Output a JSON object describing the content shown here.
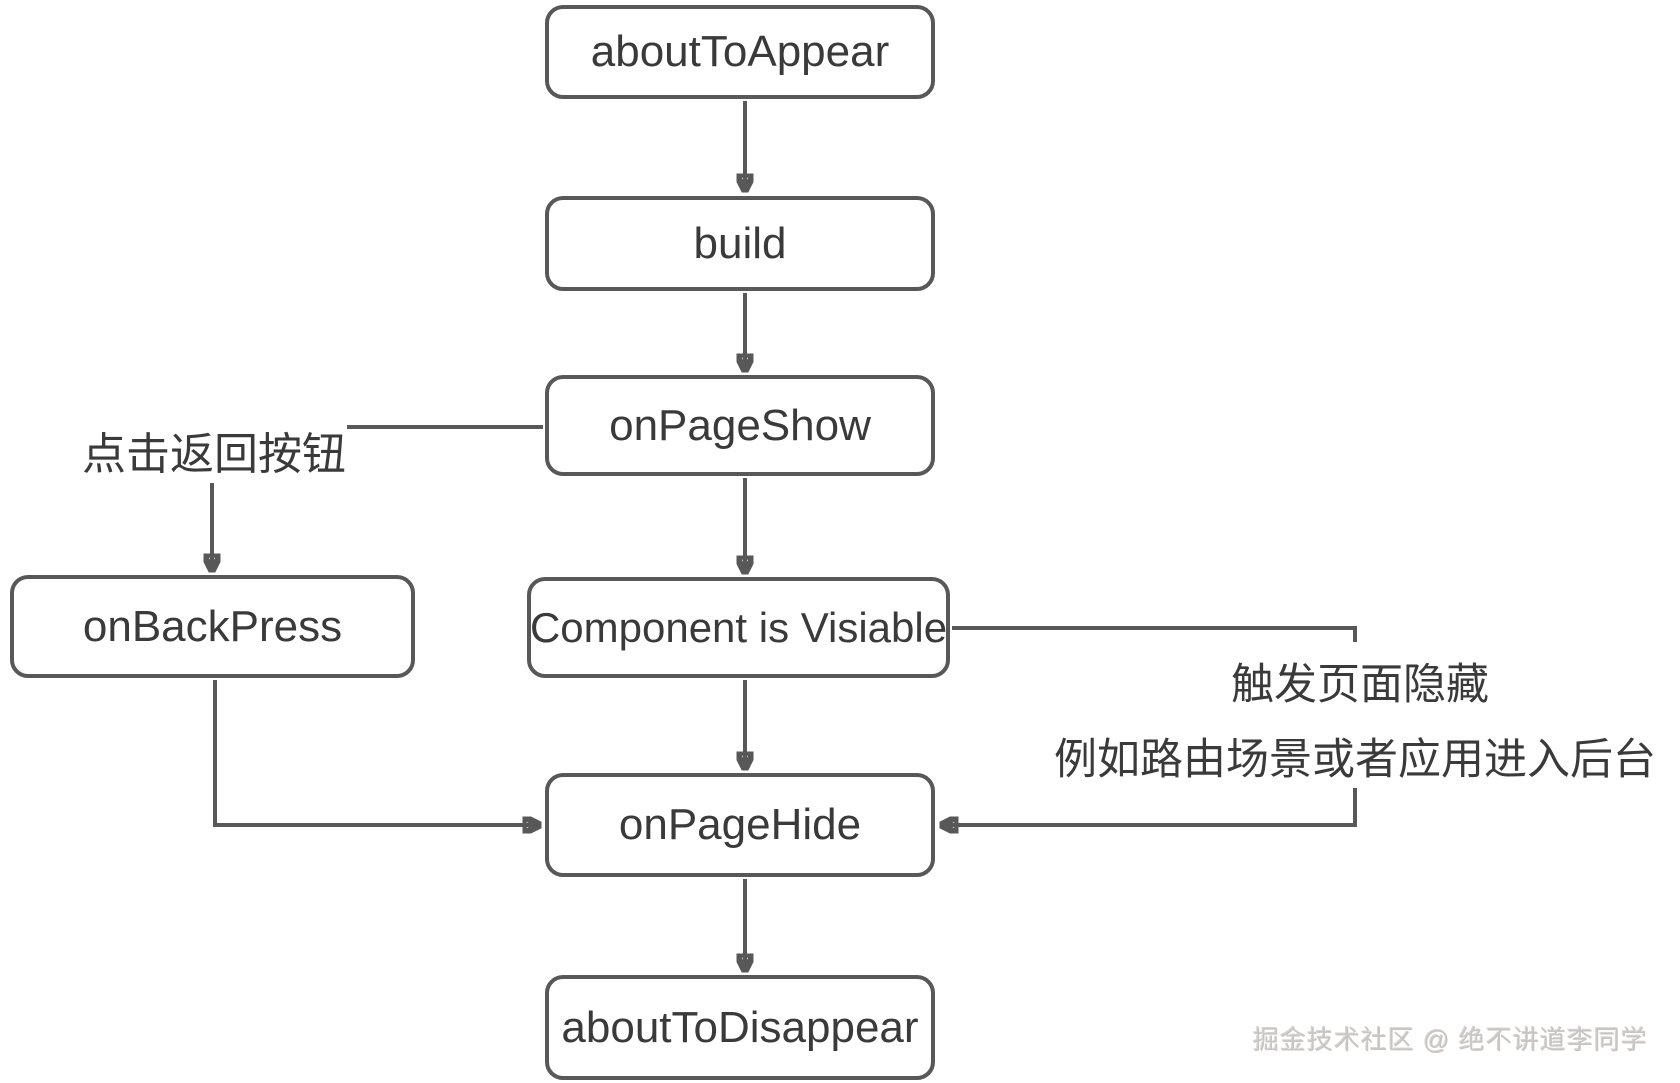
{
  "nodes": {
    "about_to_appear": "aboutToAppear",
    "build": "build",
    "on_page_show": "onPageShow",
    "component_visible": "Component is Visiable",
    "on_page_hide": "onPageHide",
    "about_to_disappear": "aboutToDisappear",
    "on_back_press": "onBackPress"
  },
  "annotations": {
    "back_label": "点击返回按钮",
    "hide_trigger_line1": "触发页面隐藏",
    "hide_trigger_line2": "例如路由场景或者应用进入后台"
  },
  "watermark": "掘金技术社区 @ 绝不讲道李同学",
  "edges": [
    {
      "from": "aboutToAppear",
      "to": "build",
      "arrow": true
    },
    {
      "from": "build",
      "to": "onPageShow",
      "arrow": true
    },
    {
      "from": "onPageShow",
      "to": "Component is Visiable",
      "arrow": true
    },
    {
      "from": "Component is Visiable",
      "to": "onPageHide",
      "arrow": true
    },
    {
      "from": "onPageHide",
      "to": "aboutToDisappear",
      "arrow": true
    },
    {
      "from": "点击返回按钮",
      "to": "onPageShow",
      "arrow": false
    },
    {
      "from": "点击返回按钮",
      "to": "onBackPress",
      "arrow": true
    },
    {
      "from": "onBackPress",
      "to": "onPageHide",
      "arrow": true
    },
    {
      "from": "Component is Visiable",
      "to": "onPageHide",
      "arrow": true,
      "note": "right-side return via 触发页面隐藏"
    }
  ],
  "colors": {
    "stroke": "#585858",
    "text": "#3a3a3a",
    "watermark": "#c9c5c2",
    "background": "#ffffff"
  }
}
